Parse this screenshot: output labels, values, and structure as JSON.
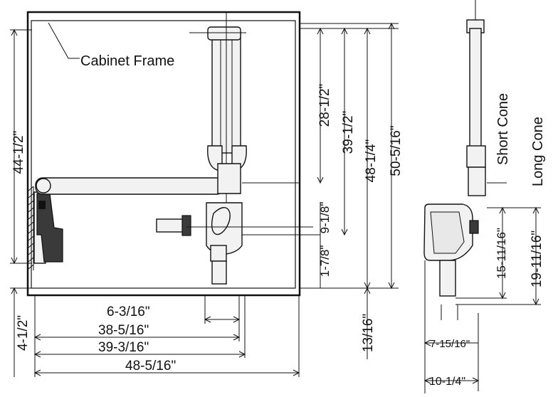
{
  "front_view": {
    "callout": "Cabinet Frame",
    "dims_vertical": {
      "cabinet_height": "44-1/2\"",
      "base_height": "4-1/2\"",
      "d_28": "28-1/2\"",
      "d_39": "39-1/2\"",
      "d_48": "48-1/4\"",
      "d_50": "50-5/16\"",
      "d_9": "9-1/8\"",
      "d_1": "1-7/8\"",
      "d_13": "13/16\""
    },
    "dims_horizontal": {
      "h_6": "6-3/16\"",
      "h_38": "38-5/16\"",
      "h_39": "39-3/16\"",
      "h_48": "48-5/16\""
    }
  },
  "side_view": {
    "short_cone": "Short Cone",
    "long_cone": "Long Cone",
    "d_15": "15-11/16\"",
    "d_19": "19-11/16\"",
    "h_7": "7-15/16\"",
    "h_10": "10-1/4\""
  }
}
